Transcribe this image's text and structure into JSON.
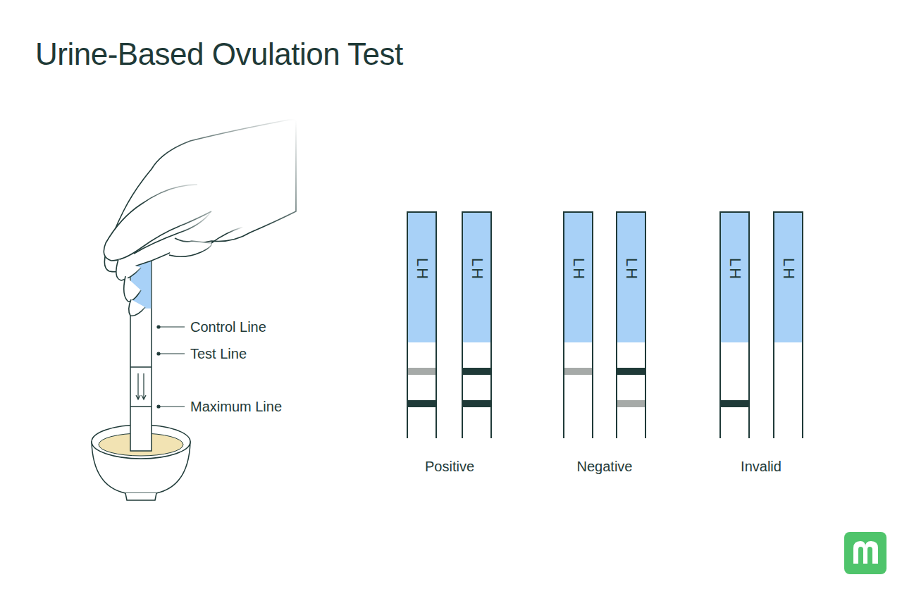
{
  "diagram": {
    "title": "Urine-Based Ovulation Test",
    "nodes": [
      {
        "text": [
          "LH"
        ]
      },
      {
        "text": [
          "LH"
        ]
      },
      {
        "text": [
          "LH"
        ]
      },
      {
        "text": [
          "LH"
        ]
      },
      {
        "text": [
          "LH"
        ]
      },
      {
        "text": [
          "LH"
        ]
      }
    ],
    "labels": [
      "Control Line",
      "Test Line",
      "Maximum Line",
      "Positive",
      "Negative",
      "Invalid"
    ]
  }
}
